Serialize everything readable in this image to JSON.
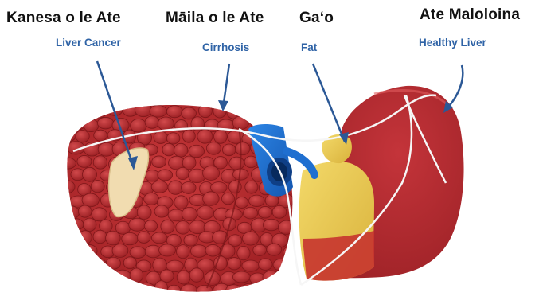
{
  "labels": [
    {
      "samoan": "Kanesa o le Ate",
      "english": "Liver Cancer"
    },
    {
      "samoan": "Māila o le Ate",
      "english": "Cirrhosis"
    },
    {
      "samoan": "Ga‘o",
      "english": "Fat"
    },
    {
      "samoan": "Ate Maloloina",
      "english": "Healthy Liver"
    }
  ],
  "colors": {
    "label_text": "#111111",
    "label_sub": "#2f63a6",
    "arrow": "#2b5896",
    "liver_red": "#b8282a",
    "liver_dark": "#8f1a1d",
    "fat_yellow": "#e8c64f",
    "vessel_blue": "#1f6fd0",
    "cancer_patch": "#f1dcb0"
  }
}
